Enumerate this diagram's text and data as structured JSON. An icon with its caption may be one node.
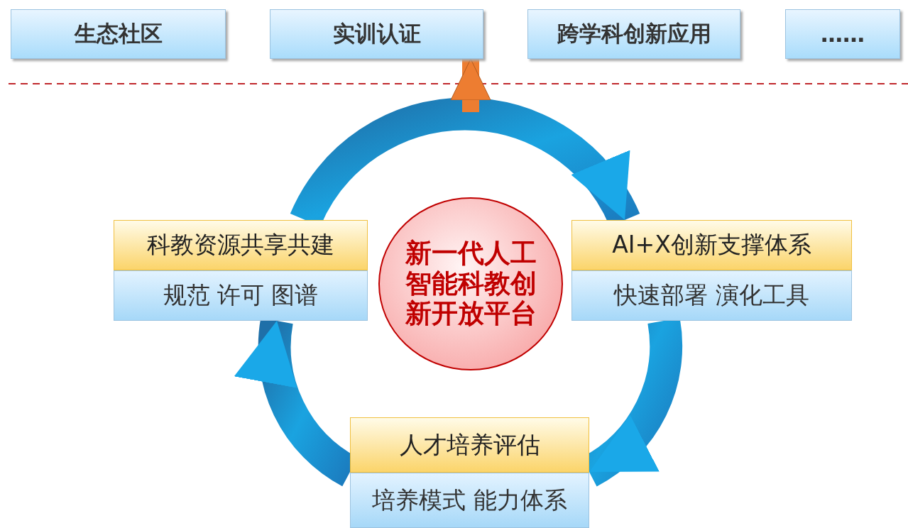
{
  "diagram": {
    "nodes": [
      {
        "text": [
          "生态社区"
        ]
      },
      {
        "text": [
          "实训认证"
        ]
      },
      {
        "text": [
          "跨学科创新应用"
        ]
      },
      {
        "text": [
          "……"
        ]
      },
      {
        "text": [
          "新一代人工智能科教创新开放平台"
        ]
      },
      {
        "text": [
          "科教资源共享共建",
          "规范 许可 图谱"
        ]
      },
      {
        "text": [
          "AI+X创新支撑体系",
          "快速部署 演化工具"
        ]
      },
      {
        "text": [
          "人才培养评估",
          "培养模式 能力体系"
        ]
      }
    ],
    "edges": [
      {
        "from": 5,
        "to": 6,
        "arrow": "to"
      },
      {
        "from": 6,
        "to": 7,
        "arrow": "to"
      },
      {
        "from": 7,
        "to": 5,
        "arrow": "to"
      },
      {
        "from": null,
        "to": 1,
        "arrow": "to",
        "color": "#ed7d31"
      }
    ]
  }
}
